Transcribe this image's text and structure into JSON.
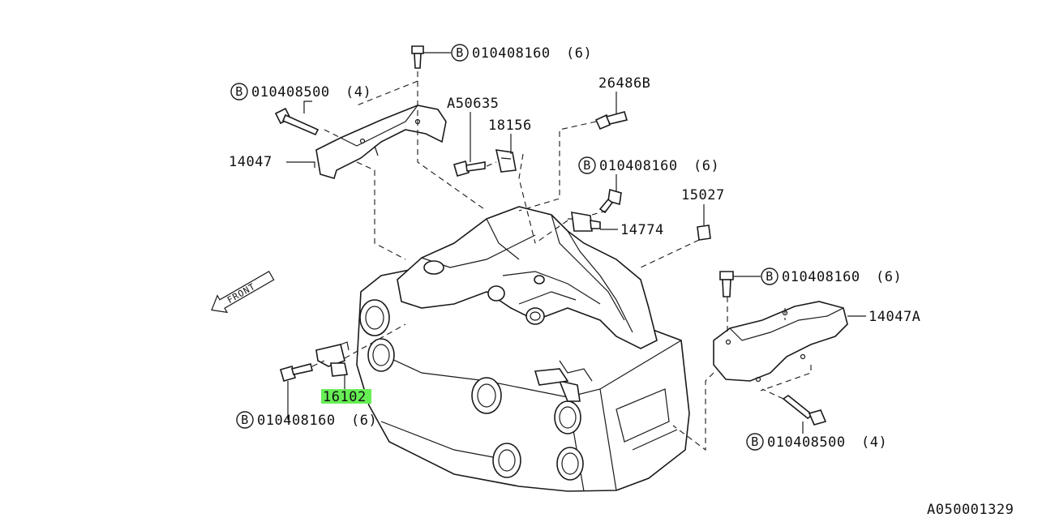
{
  "diagram": {
    "front_label": "FRONT",
    "catalog_code": "A050001329",
    "highlight_color": "#66ee55",
    "callouts": {
      "bolt_top": {
        "prefix": "B",
        "part": "010408160",
        "qty": "(6)"
      },
      "bolt_left_top": {
        "prefix": "B",
        "part": "010408500",
        "qty": "(4)"
      },
      "bolt_mid": {
        "prefix": "B",
        "part": "010408160",
        "qty": "(6)"
      },
      "bolt_right": {
        "prefix": "B",
        "part": "010408160",
        "qty": "(6)"
      },
      "bolt_bottom_left": {
        "prefix": "B",
        "part": "010408160",
        "qty": "(6)"
      },
      "bolt_bottom_right": {
        "prefix": "B",
        "part": "010408500",
        "qty": "(4)"
      }
    },
    "part_numbers": {
      "p26486b": "26486B",
      "pa50635": "A50635",
      "p18156": "18156",
      "p14047": "14047",
      "p15027": "15027",
      "p14774": "14774",
      "p14047a": "14047A",
      "p16102": "16102"
    }
  }
}
